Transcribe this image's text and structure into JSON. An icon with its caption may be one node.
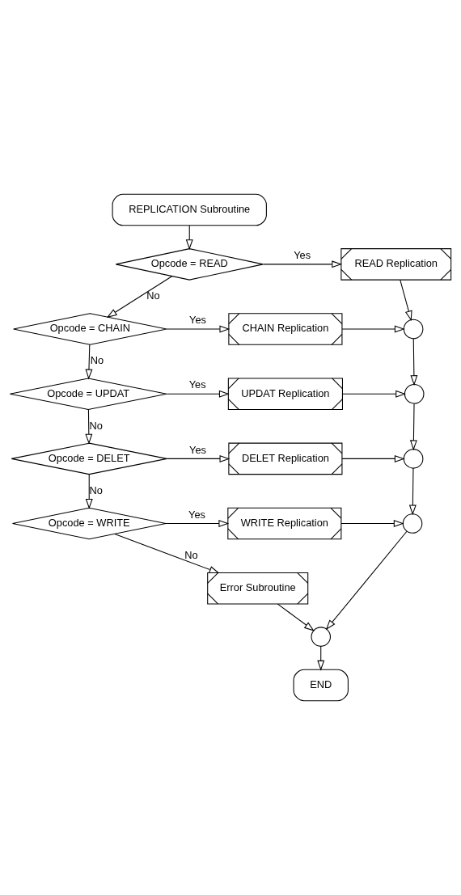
{
  "diagram": {
    "nodes": [
      {
        "text": [
          "REPLICATION Subroutine"
        ]
      },
      {
        "text": [
          "Opcode = READ"
        ]
      },
      {
        "text": [
          "READ Replication"
        ]
      },
      {
        "text": [
          "Opcode = CHAIN"
        ]
      },
      {
        "text": [
          "CHAIN Replication"
        ]
      },
      {
        "text": [],
        "shape": "circle"
      },
      {
        "text": [
          "Opcode = UPDAT"
        ]
      },
      {
        "text": [
          "UPDAT Replication"
        ]
      },
      {
        "text": [],
        "shape": "circle"
      },
      {
        "text": [
          "Opcode = DELET"
        ]
      },
      {
        "text": [
          "DELET Replication"
        ]
      },
      {
        "text": [],
        "shape": "circle"
      },
      {
        "text": [
          "Opcode = WRITE"
        ]
      },
      {
        "text": [
          "WRITE Replication"
        ]
      },
      {
        "text": [],
        "shape": "circle"
      },
      {
        "text": [
          "Error Subroutine"
        ]
      },
      {
        "text": [],
        "shape": "circle"
      },
      {
        "text": [
          "END"
        ]
      }
    ],
    "edges": [
      {
        "from": 0,
        "to": 1,
        "arrow": "to"
      },
      {
        "from": 1,
        "to": 2,
        "arrow": "to",
        "label": "Yes"
      },
      {
        "from": 1,
        "to": 3,
        "arrow": "to",
        "label": "No"
      },
      {
        "from": 2,
        "to": 5,
        "arrow": "to"
      },
      {
        "from": 3,
        "to": 4,
        "arrow": "to",
        "label": "Yes"
      },
      {
        "from": 3,
        "to": 6,
        "arrow": "to",
        "label": "No"
      },
      {
        "from": 4,
        "to": 5,
        "arrow": "to"
      },
      {
        "from": 5,
        "to": 8,
        "arrow": "to"
      },
      {
        "from": 6,
        "to": 7,
        "arrow": "to",
        "label": "Yes"
      },
      {
        "from": 6,
        "to": 9,
        "arrow": "to",
        "label": "No"
      },
      {
        "from": 7,
        "to": 8,
        "arrow": "to"
      },
      {
        "from": 8,
        "to": 11,
        "arrow": "to"
      },
      {
        "from": 9,
        "to": 10,
        "arrow": "to",
        "label": "Yes"
      },
      {
        "from": 9,
        "to": 12,
        "arrow": "to",
        "label": "No"
      },
      {
        "from": 10,
        "to": 11,
        "arrow": "to"
      },
      {
        "from": 11,
        "to": 14,
        "arrow": "to"
      },
      {
        "from": 12,
        "to": 13,
        "arrow": "to",
        "label": "Yes"
      },
      {
        "from": 12,
        "to": 15,
        "arrow": "to",
        "label": "No"
      },
      {
        "from": 13,
        "to": 14,
        "arrow": "to"
      },
      {
        "from": 14,
        "to": 16,
        "arrow": "to"
      },
      {
        "from": 15,
        "to": 16,
        "arrow": "to"
      },
      {
        "from": 16,
        "to": 17,
        "arrow": "to"
      }
    ]
  }
}
